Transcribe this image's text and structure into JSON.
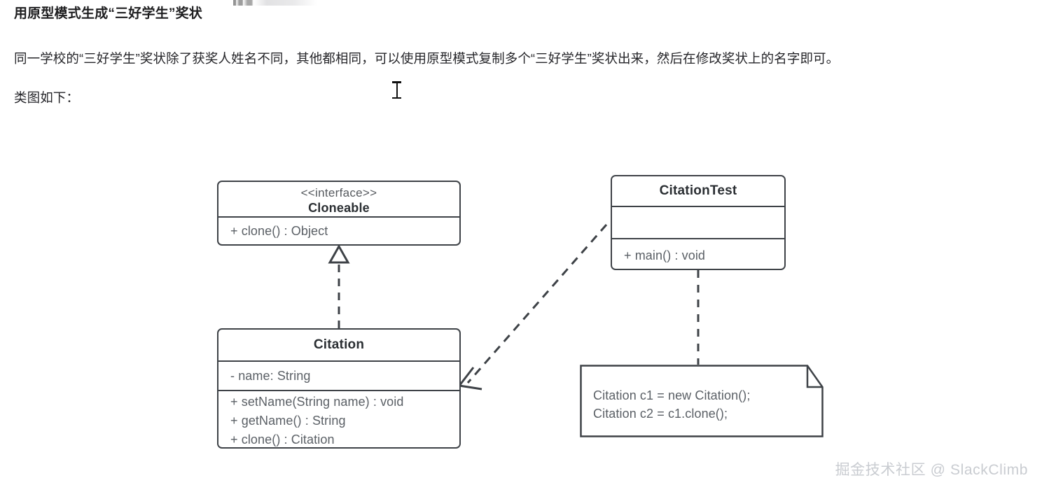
{
  "article": {
    "heading": "用原型模式生成“三好学生”奖状",
    "paragraph": "同一学校的“三好学生”奖状除了获奖人姓名不同，其他都相同，可以使用原型模式复制多个“三好学生”奖状出来，然后在修改奖状上的名字即可。",
    "caption": "类图如下："
  },
  "diagram": {
    "type": "uml-class-diagram",
    "stroke_color": "#3e4247",
    "text_color": "#5b6066",
    "classes": [
      {
        "id": "cloneable",
        "stereotype": "<<interface>>",
        "name": "Cloneable",
        "attributes": [],
        "operations": [
          "+ clone() :  Object"
        ]
      },
      {
        "id": "citation",
        "stereotype": "",
        "name": "Citation",
        "attributes": [
          "- name: String"
        ],
        "operations": [
          "+ setName(String name) : void",
          "+ getName() : String",
          "+ clone() : Citation"
        ]
      },
      {
        "id": "citationtest",
        "stereotype": "",
        "name": "CitationTest",
        "attributes": [],
        "operations": [
          "+ main() : void"
        ]
      }
    ],
    "note": {
      "id": "code-note",
      "lines": [
        "Citation c1 = new Citation();",
        "Citation c2 = c1.clone();"
      ]
    },
    "relationships": [
      {
        "from": "citation",
        "to": "cloneable",
        "type": "realization",
        "style": "dashed",
        "arrowhead": "hollow-triangle"
      },
      {
        "from": "citationtest",
        "to": "citation",
        "type": "dependency",
        "style": "dashed",
        "arrowhead": "open-arrow"
      },
      {
        "from": "citationtest",
        "to": "code-note",
        "type": "note-anchor",
        "style": "dashed",
        "arrowhead": "none"
      }
    ]
  },
  "watermark": {
    "text": "掘金技术社区 @ SlackClimb"
  }
}
